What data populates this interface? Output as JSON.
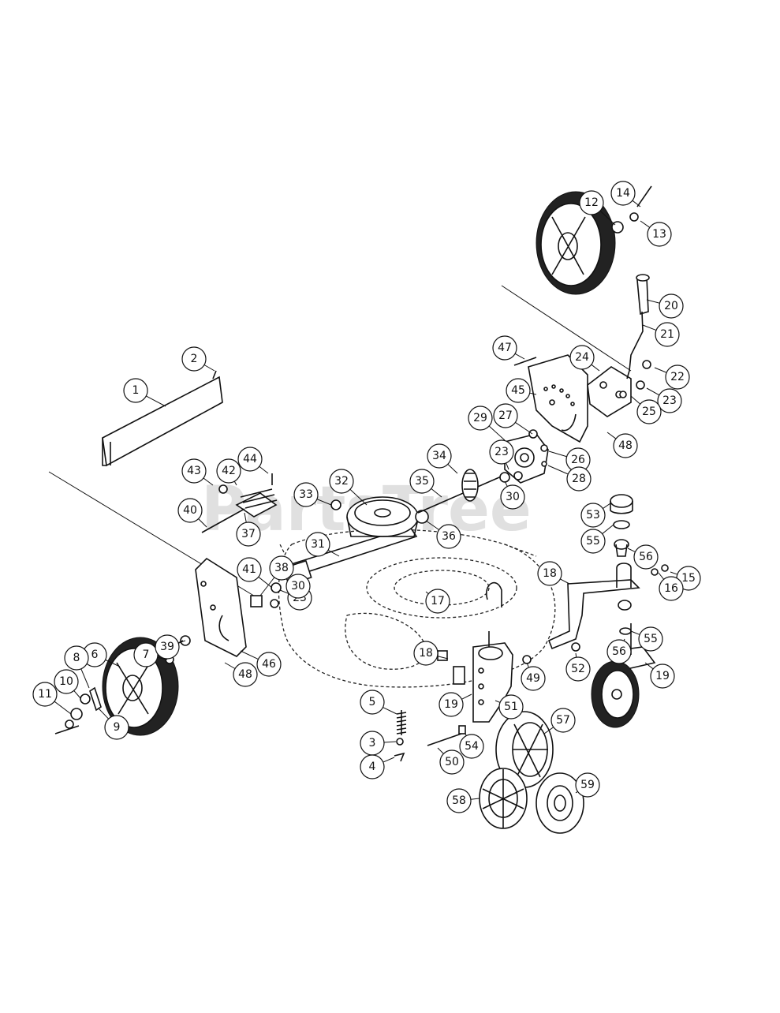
{
  "diagram": {
    "watermark": "PartsTree",
    "callouts": [
      {
        "label": "1"
      },
      {
        "label": "2"
      },
      {
        "label": "3"
      },
      {
        "label": "4"
      },
      {
        "label": "5"
      },
      {
        "label": "6"
      },
      {
        "label": "7"
      },
      {
        "label": "8"
      },
      {
        "label": "9"
      },
      {
        "label": "10"
      },
      {
        "label": "11"
      },
      {
        "label": "12"
      },
      {
        "label": "13"
      },
      {
        "label": "14"
      },
      {
        "label": "15"
      },
      {
        "label": "16"
      },
      {
        "label": "17"
      },
      {
        "label": "18"
      },
      {
        "label": "18"
      },
      {
        "label": "19"
      },
      {
        "label": "19"
      },
      {
        "label": "20"
      },
      {
        "label": "21"
      },
      {
        "label": "22"
      },
      {
        "label": "23"
      },
      {
        "label": "23"
      },
      {
        "label": "23"
      },
      {
        "label": "24"
      },
      {
        "label": "25"
      },
      {
        "label": "26"
      },
      {
        "label": "27"
      },
      {
        "label": "28"
      },
      {
        "label": "29"
      },
      {
        "label": "30"
      },
      {
        "label": "30"
      },
      {
        "label": "31"
      },
      {
        "label": "32"
      },
      {
        "label": "33"
      },
      {
        "label": "34"
      },
      {
        "label": "35"
      },
      {
        "label": "36"
      },
      {
        "label": "37"
      },
      {
        "label": "38"
      },
      {
        "label": "39"
      },
      {
        "label": "40"
      },
      {
        "label": "41"
      },
      {
        "label": "42"
      },
      {
        "label": "43"
      },
      {
        "label": "44"
      },
      {
        "label": "45"
      },
      {
        "label": "46"
      },
      {
        "label": "47"
      },
      {
        "label": "48"
      },
      {
        "label": "48"
      },
      {
        "label": "49"
      },
      {
        "label": "50"
      },
      {
        "label": "51"
      },
      {
        "label": "52"
      },
      {
        "label": "53"
      },
      {
        "label": "54"
      },
      {
        "label": "55"
      },
      {
        "label": "55"
      },
      {
        "label": "56"
      },
      {
        "label": "56"
      },
      {
        "label": "57"
      },
      {
        "label": "58"
      },
      {
        "label": "59"
      }
    ]
  }
}
